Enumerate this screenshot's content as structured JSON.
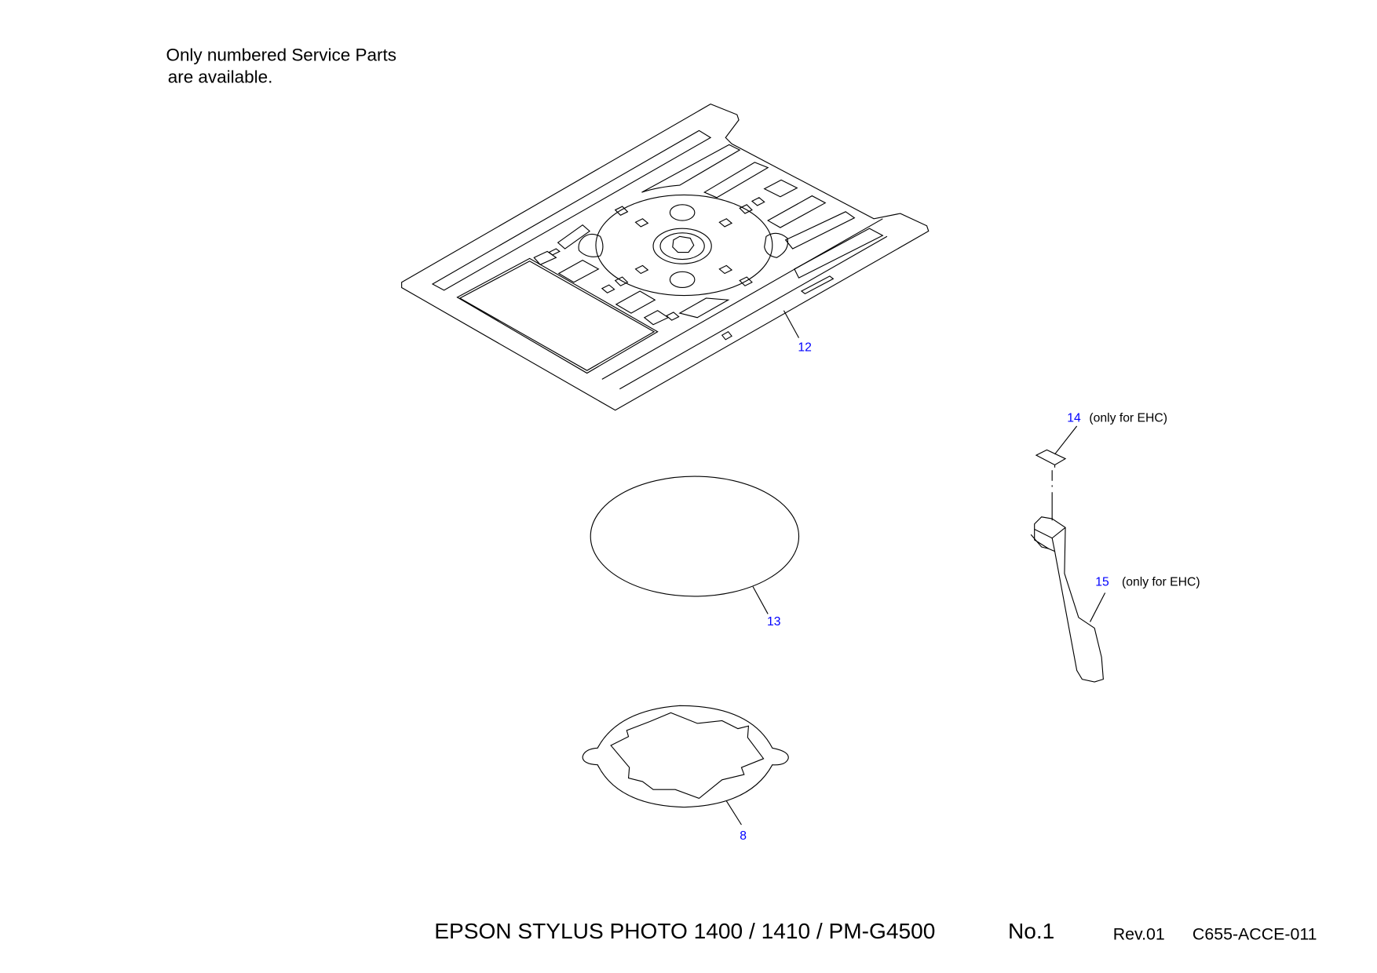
{
  "note": {
    "line1": "Only numbered Service Parts",
    "line2": "are available."
  },
  "parts": [
    {
      "number": "12",
      "note": ""
    },
    {
      "number": "13",
      "note": ""
    },
    {
      "number": "8",
      "note": ""
    },
    {
      "number": "14",
      "note": "(only for EHC)"
    },
    {
      "number": "15",
      "note": "(only for EHC)"
    }
  ],
  "footer": {
    "model": "EPSON STYLUS PHOTO 1400 / 1410 / PM-G4500",
    "page": "No.1",
    "revision": "Rev.01",
    "code": "C655-ACCE-011"
  },
  "colors": {
    "part_number": "#0000ff",
    "line": "#000000"
  }
}
